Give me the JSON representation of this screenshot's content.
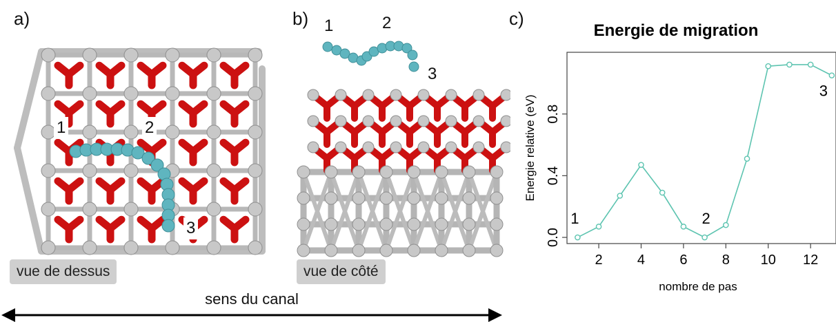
{
  "panels": {
    "a": {
      "letter": "a)",
      "caption": "vue de dessus",
      "site_labels": [
        "1",
        "2",
        "3"
      ]
    },
    "b": {
      "letter": "b)",
      "caption": "vue de côté",
      "site_labels": [
        "1",
        "2",
        "3"
      ]
    },
    "c": {
      "letter": "c)"
    }
  },
  "bottom_arrow_label": "sens du canal",
  "colors": {
    "oxygen": "#cc1111",
    "metal": "#c8c8c8",
    "adatom": "#5fb5bf",
    "curve": "#5dc4b0"
  },
  "chart_data": {
    "type": "line",
    "title": "Energie de migration",
    "xlabel": "nombre de pas",
    "ylabel": "Energie relative (eV)",
    "x": [
      1,
      2,
      3,
      4,
      5,
      6,
      7,
      8,
      9,
      10,
      11,
      12,
      13
    ],
    "y": [
      0.0,
      0.07,
      0.27,
      0.47,
      0.29,
      0.07,
      0.0,
      0.08,
      0.51,
      1.11,
      1.12,
      1.12,
      1.05
    ],
    "xticks": [
      "2",
      "4",
      "6",
      "8",
      "10",
      "12"
    ],
    "yticks": [
      "0.0",
      "0.4",
      "0.8"
    ],
    "xlim": [
      0.5,
      13.2
    ],
    "ylim": [
      -0.04,
      1.2
    ],
    "annotations": [
      {
        "text": "1",
        "x": 1,
        "y": 0.0
      },
      {
        "text": "2",
        "x": 7,
        "y": 0.0
      },
      {
        "text": "3",
        "x": 13,
        "y": 1.05
      }
    ]
  }
}
